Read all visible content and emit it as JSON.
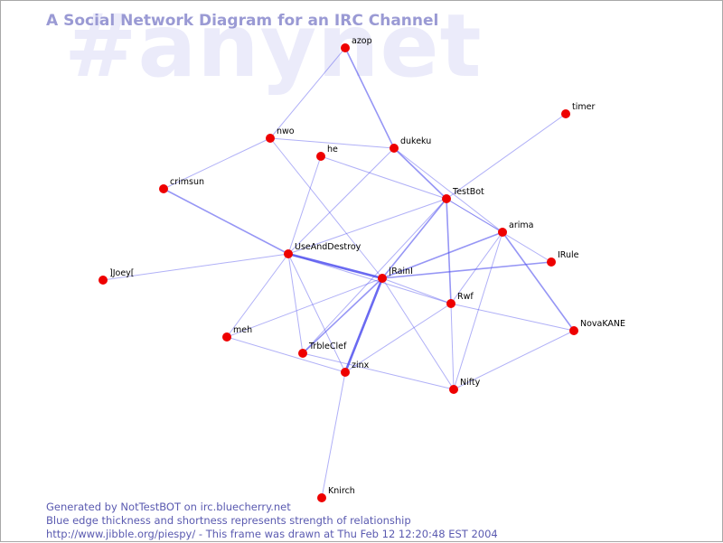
{
  "watermark": "#anynet",
  "title": "A Social Network Diagram for an IRC Channel",
  "footer": {
    "line1": "Generated by NotTestBOT on irc.bluecherry.net",
    "line2": "Blue edge thickness and shortness represents strength of relationship",
    "line3": "http://www.jibble.org/piespy/ - This frame was drawn at Thu Feb 12 12:20:48 EST 2004"
  },
  "colors": {
    "edge": "#5050ee",
    "node": "#ee0000",
    "title": "#9a9ad4",
    "watermark": "#ebebfa"
  },
  "nodes": [
    {
      "id": "azop",
      "label": "azop"
    },
    {
      "id": "timer",
      "label": "timer"
    },
    {
      "id": "nwo",
      "label": "nwo"
    },
    {
      "id": "dukeku",
      "label": "dukeku"
    },
    {
      "id": "he",
      "label": "he"
    },
    {
      "id": "crimsun",
      "label": "crimsun"
    },
    {
      "id": "TestBot",
      "label": "TestBot"
    },
    {
      "id": "arima",
      "label": "arima"
    },
    {
      "id": "UseAndDestroy",
      "label": "UseAndDestroy"
    },
    {
      "id": "IRule",
      "label": "IRule"
    },
    {
      "id": "Jloey",
      "label": "]Joey["
    },
    {
      "id": "IRainI",
      "label": "|RainI"
    },
    {
      "id": "Rwf",
      "label": "Rwf"
    },
    {
      "id": "NovaKANE",
      "label": "NovaKANE"
    },
    {
      "id": "meh",
      "label": "meh"
    },
    {
      "id": "TrbleClef",
      "label": "TrbleClef"
    },
    {
      "id": "zinx",
      "label": "zinx"
    },
    {
      "id": "Nifty",
      "label": "Nifty"
    },
    {
      "id": "Knirch",
      "label": "Knirch"
    }
  ],
  "edges": [
    {
      "source": "azop",
      "target": "nwo",
      "weight": 1
    },
    {
      "source": "azop",
      "target": "dukeku",
      "weight": 2
    },
    {
      "source": "nwo",
      "target": "dukeku",
      "weight": 1
    },
    {
      "source": "nwo",
      "target": "crimsun",
      "weight": 1
    },
    {
      "source": "nwo",
      "target": "IRainI",
      "weight": 1
    },
    {
      "source": "dukeku",
      "target": "TestBot",
      "weight": 2
    },
    {
      "source": "dukeku",
      "target": "UseAndDestroy",
      "weight": 1
    },
    {
      "source": "dukeku",
      "target": "arima",
      "weight": 1
    },
    {
      "source": "he",
      "target": "TestBot",
      "weight": 1
    },
    {
      "source": "he",
      "target": "UseAndDestroy",
      "weight": 1
    },
    {
      "source": "crimsun",
      "target": "UseAndDestroy",
      "weight": 2
    },
    {
      "source": "timer",
      "target": "TestBot",
      "weight": 1
    },
    {
      "source": "TestBot",
      "target": "arima",
      "weight": 1
    },
    {
      "source": "TestBot",
      "target": "IRainI",
      "weight": 2
    },
    {
      "source": "TestBot",
      "target": "Rwf",
      "weight": 2
    },
    {
      "source": "TestBot",
      "target": "UseAndDestroy",
      "weight": 1
    },
    {
      "source": "TestBot",
      "target": "TrbleClef",
      "weight": 1
    },
    {
      "source": "TestBot",
      "target": "IRule",
      "weight": 1
    },
    {
      "source": "arima",
      "target": "IRainI",
      "weight": 2
    },
    {
      "source": "arima",
      "target": "Rwf",
      "weight": 1
    },
    {
      "source": "arima",
      "target": "NovaKANE",
      "weight": 2
    },
    {
      "source": "arima",
      "target": "Nifty",
      "weight": 1
    },
    {
      "source": "UseAndDestroy",
      "target": "Jloey",
      "weight": 1
    },
    {
      "source": "UseAndDestroy",
      "target": "IRainI",
      "weight": 3
    },
    {
      "source": "UseAndDestroy",
      "target": "meh",
      "weight": 1
    },
    {
      "source": "UseAndDestroy",
      "target": "TrbleClef",
      "weight": 1
    },
    {
      "source": "UseAndDestroy",
      "target": "zinx",
      "weight": 1
    },
    {
      "source": "UseAndDestroy",
      "target": "Rwf",
      "weight": 1
    },
    {
      "source": "IRainI",
      "target": "IRule",
      "weight": 2
    },
    {
      "source": "IRainI",
      "target": "Rwf",
      "weight": 1
    },
    {
      "source": "IRainI",
      "target": "TrbleClef",
      "weight": 2
    },
    {
      "source": "IRainI",
      "target": "zinx",
      "weight": 3
    },
    {
      "source": "IRainI",
      "target": "Nifty",
      "weight": 1
    },
    {
      "source": "IRainI",
      "target": "meh",
      "weight": 1
    },
    {
      "source": "Rwf",
      "target": "NovaKANE",
      "weight": 1
    },
    {
      "source": "Rwf",
      "target": "Nifty",
      "weight": 1
    },
    {
      "source": "Rwf",
      "target": "zinx",
      "weight": 1
    },
    {
      "source": "NovaKANE",
      "target": "Nifty",
      "weight": 1
    },
    {
      "source": "meh",
      "target": "zinx",
      "weight": 1
    },
    {
      "source": "TrbleClef",
      "target": "Nifty",
      "weight": 1
    },
    {
      "source": "zinx",
      "target": "Knirch",
      "weight": 1
    }
  ]
}
